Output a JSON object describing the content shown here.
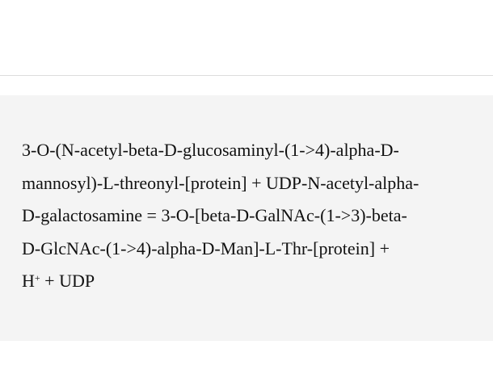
{
  "reaction": {
    "line1": "3-O-(N-acetyl-beta-D-glucosaminyl-(1->4)-alpha-D-",
    "line2": "mannosyl)-L-threonyl-[protein] + UDP-N-acetyl-alpha-",
    "line3": "D-galactosamine = 3-O-[beta-D-GalNAc-(1->3)-beta-",
    "line4": "D-GlcNAc-(1->4)-alpha-D-Man]-L-Thr-[protein] +",
    "line5_pre": "H",
    "line5_sup": "+",
    "line5_post": " + UDP"
  }
}
